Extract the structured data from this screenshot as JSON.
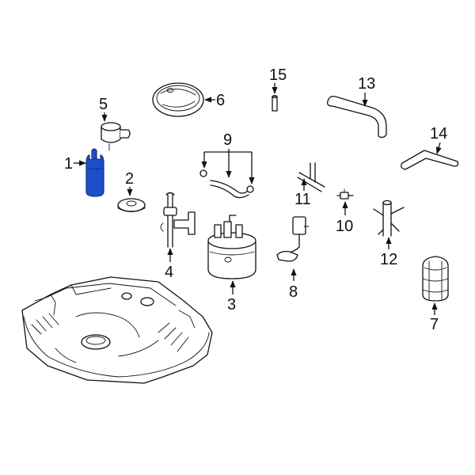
{
  "colors": {
    "background": "#ffffff",
    "line": "#111111",
    "highlight_part": "#1e4fc8",
    "highlight_dark": "#0f2f85"
  },
  "highlighted_part": "1",
  "callouts": {
    "c1": "1",
    "c2": "2",
    "c3": "3",
    "c4": "4",
    "c5": "5",
    "c6": "6",
    "c7": "7",
    "c8": "8",
    "c9": "9",
    "c10": "10",
    "c11": "11",
    "c12": "12",
    "c13": "13",
    "c14": "14",
    "c15": "15"
  }
}
